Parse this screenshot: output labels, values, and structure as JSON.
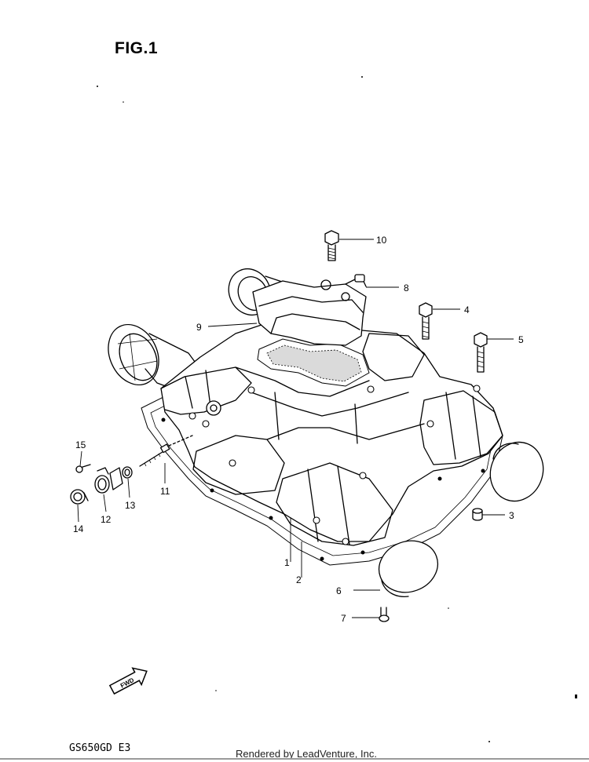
{
  "figure": {
    "title": "FIG.1",
    "model_code": "GS650GD  E3",
    "footer": "Rendered by LeadVenture, Inc.",
    "fwd_label": "FWD"
  },
  "parts": [
    {
      "id": "part-1",
      "number": "1"
    },
    {
      "id": "part-2",
      "number": "2"
    },
    {
      "id": "part-3",
      "number": "3"
    },
    {
      "id": "part-4",
      "number": "4"
    },
    {
      "id": "part-5",
      "number": "5"
    },
    {
      "id": "part-6",
      "number": "6"
    },
    {
      "id": "part-7",
      "number": "7"
    },
    {
      "id": "part-8",
      "number": "8"
    },
    {
      "id": "part-9",
      "number": "9"
    },
    {
      "id": "part-10",
      "number": "10"
    },
    {
      "id": "part-11",
      "number": "11"
    },
    {
      "id": "part-12",
      "number": "12"
    },
    {
      "id": "part-13",
      "number": "13"
    },
    {
      "id": "part-14",
      "number": "14"
    },
    {
      "id": "part-15",
      "number": "15"
    }
  ]
}
